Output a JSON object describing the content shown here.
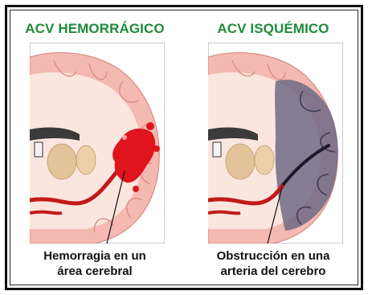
{
  "panels": [
    {
      "title": "ACV HEMORRÁGICO",
      "caption_line1": "Hemorragia en un",
      "caption_line2": "área cerebral",
      "highlight": "hemorrhage",
      "highlight_color": "#e0141c"
    },
    {
      "title": "ACV ISQUÉMICO",
      "caption_line1": "Obstrucción en una",
      "caption_line2": "arteria del cerebro",
      "highlight": "ischemic-area",
      "highlight_color": "#6e6a86"
    }
  ],
  "colors": {
    "title": "#1f8a3a",
    "brain_pink": "#f4b9b1",
    "white_matter": "#fbe6df",
    "artery": "#c21a1a",
    "frame": "#111111"
  }
}
